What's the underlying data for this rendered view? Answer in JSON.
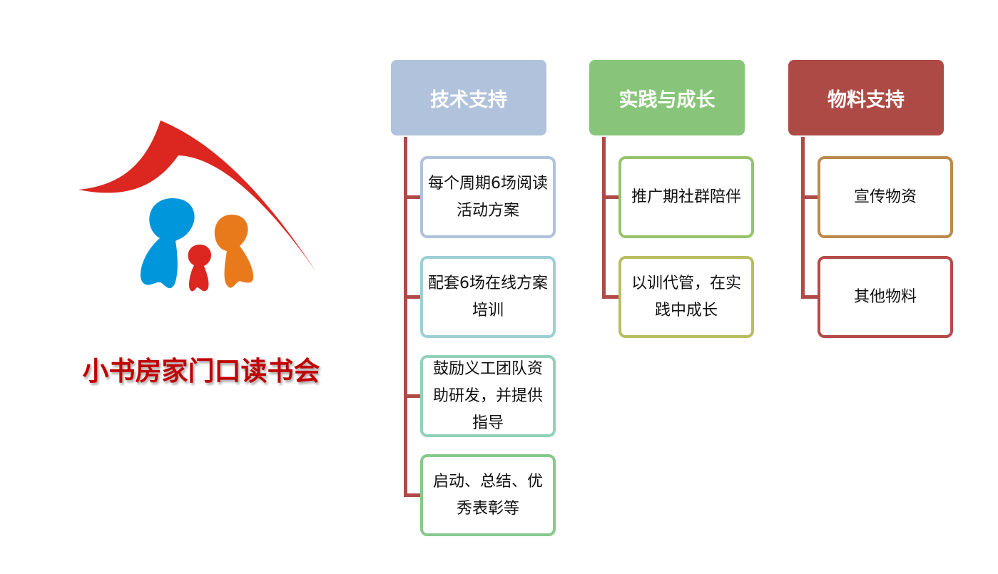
{
  "brand": {
    "title": "小书房家门口读书会"
  },
  "colors": {
    "connector": "#b04a47",
    "logo_red": "#db2720",
    "logo_blue": "#0096dc",
    "logo_orange": "#e87a1c"
  },
  "columns": [
    {
      "title": "技术支持",
      "color": "#b0c2dc",
      "items": [
        {
          "text": "每个周期6场阅读活动方案",
          "border": "#b0c2dc"
        },
        {
          "text": "配套6场在线方案培训",
          "border": "#9ecfd5"
        },
        {
          "text": "鼓励义工团队资助研发，并提供指导",
          "border": "#92d1b8"
        },
        {
          "text": "启动、总结、优秀表彰等",
          "border": "#86c98a"
        }
      ]
    },
    {
      "title": "实践与成长",
      "color": "#88c57a",
      "items": [
        {
          "text": "推广期社群陪伴",
          "border": "#95c46c"
        },
        {
          "text": "以训代管，在实践中成长",
          "border": "#b9bd5f"
        }
      ]
    },
    {
      "title": "物料支持",
      "color": "#ae4a45",
      "items": [
        {
          "text": "宣传物资",
          "border": "#bb8a4c"
        },
        {
          "text": "其他物料",
          "border": "#b54a48"
        }
      ]
    }
  ]
}
